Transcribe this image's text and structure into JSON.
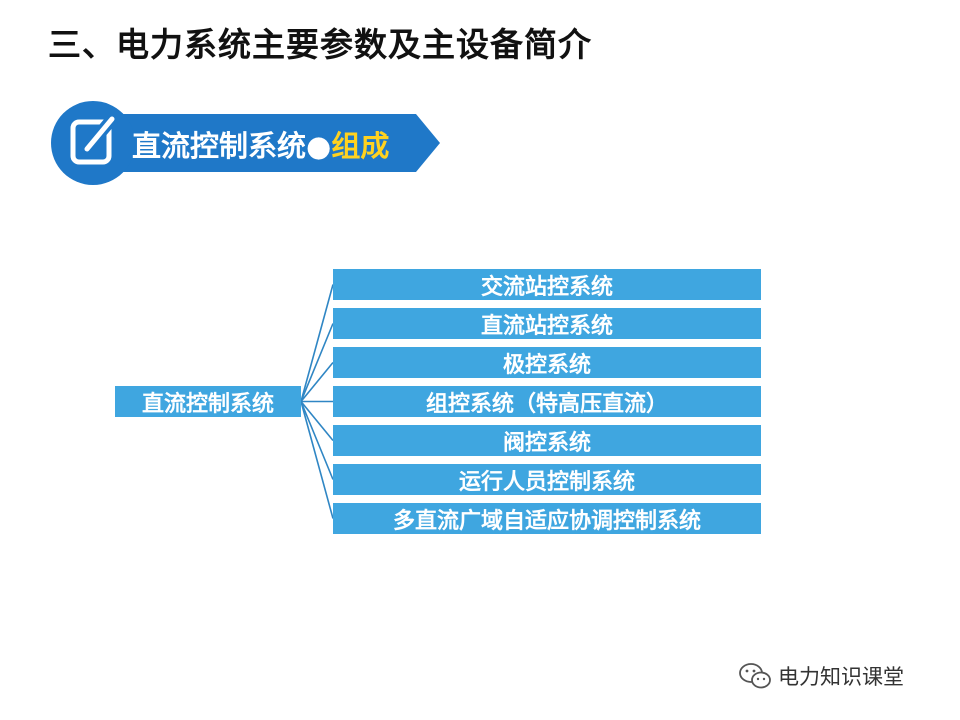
{
  "slide": {
    "title": "三、电力系统主要参数及主设备简介"
  },
  "section": {
    "label_main": "直流控制系统●",
    "label_accent": "组成",
    "icon": "edit-note-icon"
  },
  "tree": {
    "root": "直流控制系统",
    "branches": [
      "交流站控系统",
      "直流站控系统",
      "极控系统",
      "组控系统（特高压直流）",
      "阀控系统",
      "运行人员控制系统",
      "多直流广域自适应协调控制系统"
    ]
  },
  "watermark": {
    "text": "电力知识课堂",
    "icon": "wechat-icon"
  },
  "colors": {
    "node_fill": "#3fa6e0",
    "banner_blue": "#1f78c8",
    "accent_yellow": "#ffd21f",
    "connector": "#2f86c4"
  }
}
